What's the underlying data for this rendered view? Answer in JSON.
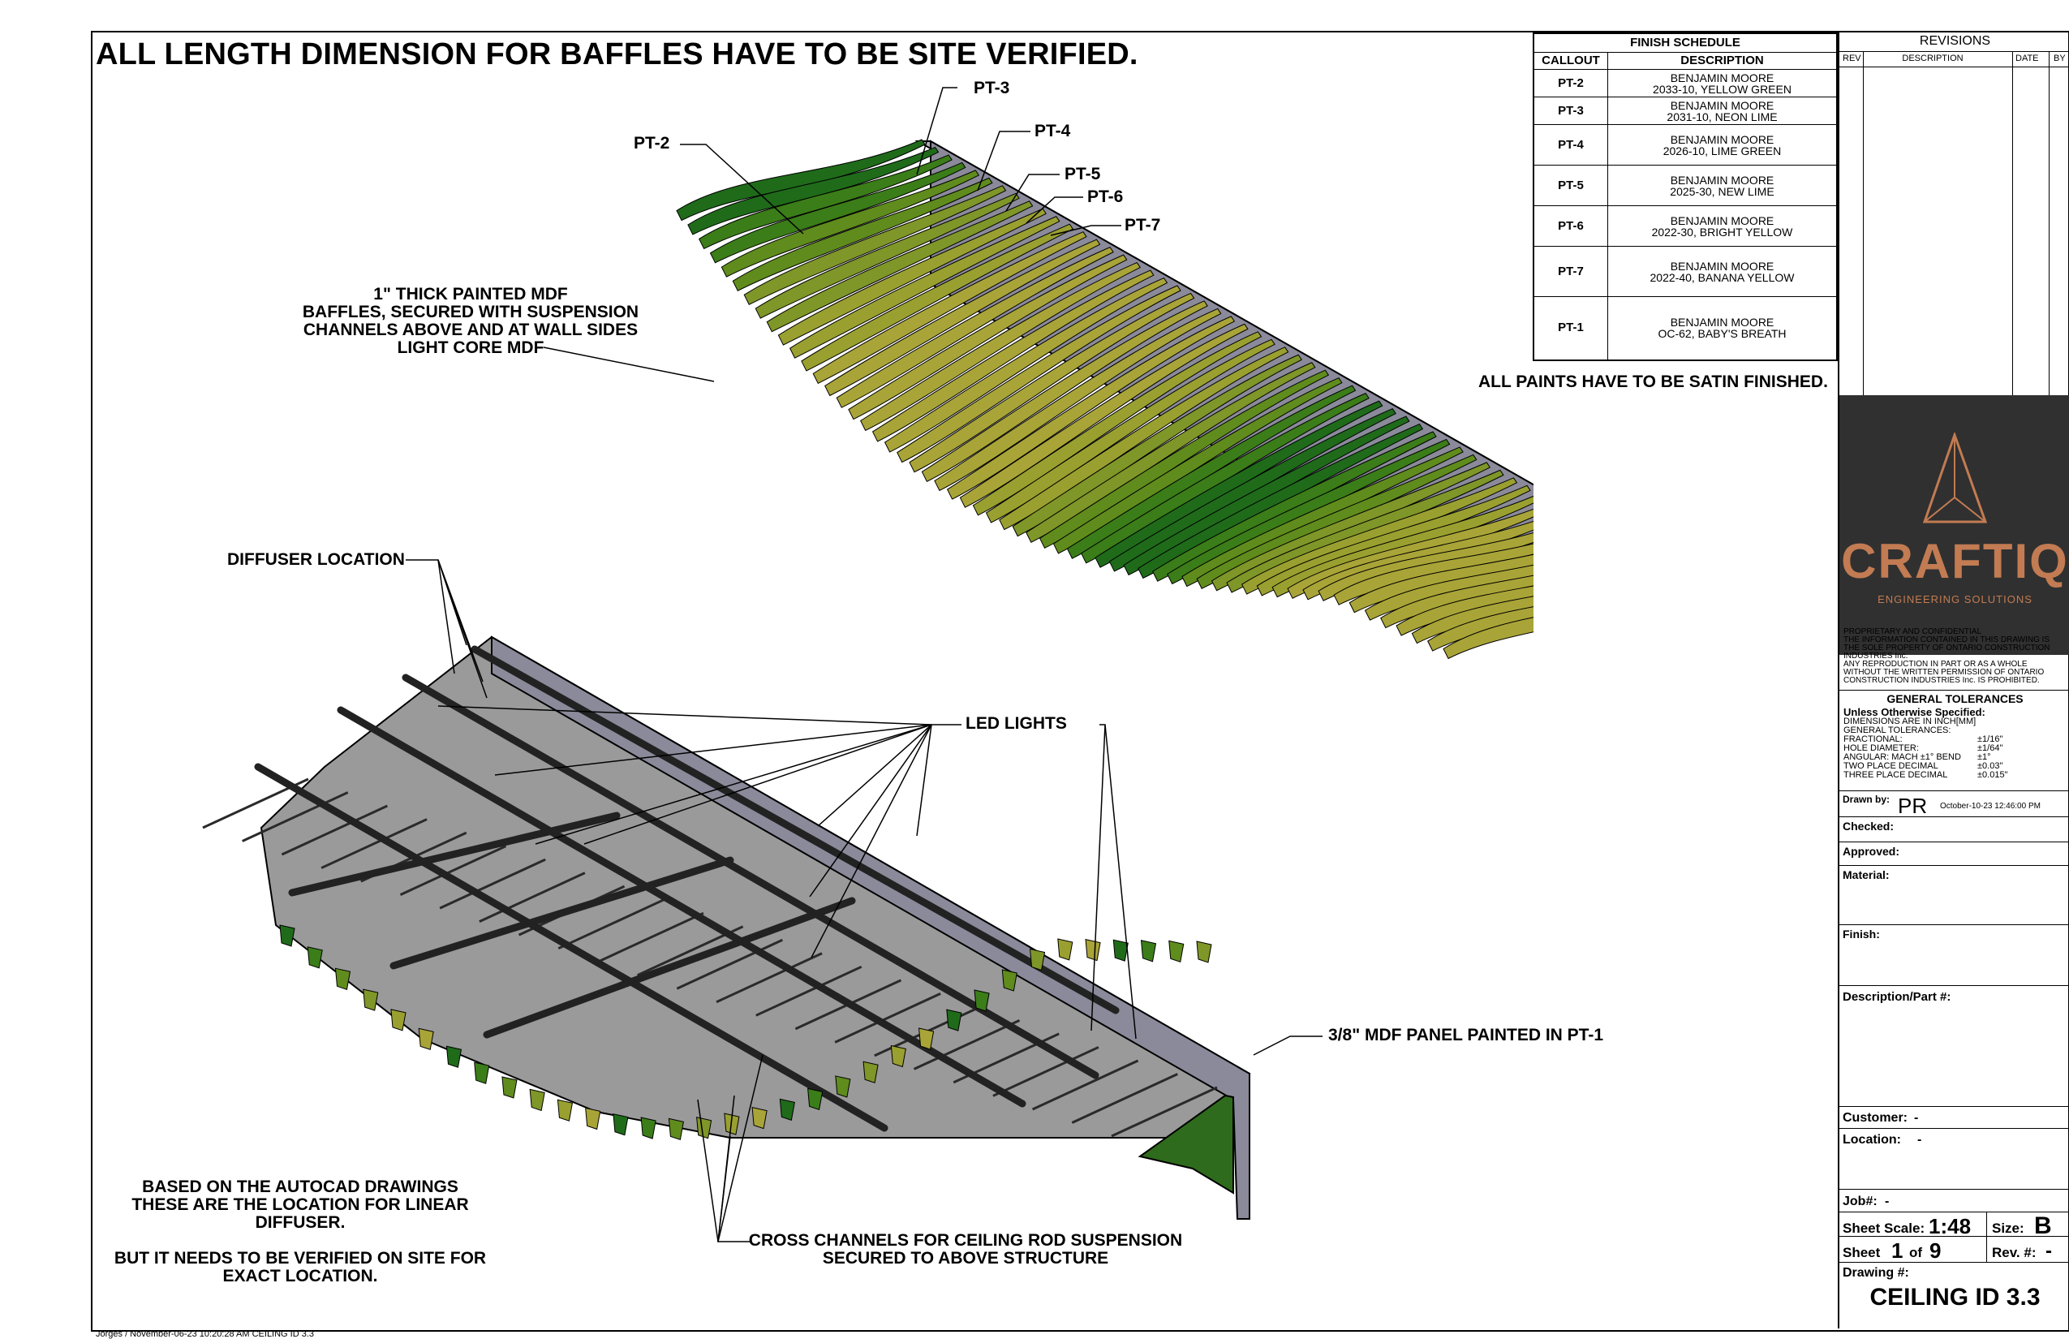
{
  "header": {
    "note": "ALL LENGTH DIMENSION FOR BAFFLES HAVE TO BE SITE VERIFIED."
  },
  "callouts": {
    "pt3": "PT-3",
    "pt4": "PT-4",
    "pt2": "PT-2",
    "pt5": "PT-5",
    "pt6": "PT-6",
    "pt7": "PT-7",
    "baffles_note": "1\" THICK PAINTED MDF\nBAFFLES, SECURED WITH SUSPENSION\nCHANNELS ABOVE AND AT WALL SIDES\nLIGHT CORE MDF",
    "diffuser": "DIFFUSER LOCATION",
    "led": "LED LIGHTS",
    "mdf_panel": "3/8\" MDF PANEL PAINTED IN PT-1",
    "cross_channels": "CROSS CHANNELS FOR CEILING ROD SUSPENSION\nSECURED TO ABOVE STRUCTURE",
    "autocad_note": "BASED ON THE AUTOCAD DRAWINGS\nTHESE ARE THE LOCATION FOR LINEAR\nDIFFUSER.\n\nBUT IT NEEDS TO BE VERIFIED ON SITE FOR\nEXACT LOCATION.",
    "satin": "ALL PAINTS HAVE TO BE SATIN FINISHED."
  },
  "finish_schedule": {
    "title": "FINISH SCHEDULE",
    "col_callout": "CALLOUT",
    "col_description": "DESCRIPTION",
    "rows": [
      {
        "callout": "PT-2",
        "line1": "BENJAMIN MOORE",
        "line2": "2033-10, YELLOW GREEN"
      },
      {
        "callout": "PT-3",
        "line1": "BENJAMIN MOORE",
        "line2": "2031-10, NEON LIME"
      },
      {
        "callout": "PT-4",
        "line1": "BENJAMIN MOORE",
        "line2": "2026-10, LIME GREEN"
      },
      {
        "callout": "PT-5",
        "line1": "BENJAMIN MOORE",
        "line2": "2025-30, NEW LIME"
      },
      {
        "callout": "PT-6",
        "line1": "BENJAMIN MOORE",
        "line2": "2022-30, BRIGHT YELLOW"
      },
      {
        "callout": "PT-7",
        "line1": "BENJAMIN MOORE",
        "line2": "2022-40, BANANA YELLOW"
      },
      {
        "callout": "PT-1",
        "line1": "BENJAMIN MOORE",
        "line2": "OC-62, BABY'S BREATH"
      }
    ]
  },
  "title_block": {
    "revisions": "REVISIONS",
    "rev_cols": [
      "REV",
      "DESCRIPTION",
      "DATE",
      "BY"
    ],
    "logo_name": "CRAFTIQ",
    "logo_tagline": "ENGINEERING SOLUTIONS",
    "proprietary": "PROPRIETARY AND CONFIDENTIAL\nTHE INFORMATION CONTAINED IN THIS DRAWING IS\nTHE SOLE PROPERTY OF ONTARIO CONSTRUCTION\nINDUSTRIES Inc.\nANY REPRODUCTION IN PART OR AS A WHOLE\nWITHOUT THE WRITTEN PERMISSION OF ONTARIO\nCONSTRUCTION INDUSTRIES Inc. IS PROHIBITED.",
    "tolerances_title": "GENERAL TOLERANCES",
    "tolerances_sub": "Unless Otherwise Specified:",
    "tolerances_lines": "DIMENSIONS ARE IN INCH[MM]\nGENERAL TOLERANCES:\nFRACTIONAL:\nHOLE DIAMETER:\nANGULAR: MACH ±1° BEND\nTWO PLACE DECIMAL\nTHREE PLACE DECIMAL",
    "tolerances_values": "\n\n±1/16\"\n±1/64\"\n±1°\n±0.03\"\n±0.015\"",
    "drawn_by_label": "Drawn by:",
    "drawn_by": "PR",
    "drawn_date": "October-10-23 12:46:00 PM",
    "checked": "Checked:",
    "approved": "Approved:",
    "material": "Material:",
    "finish": "Finish:",
    "description": "Description/Part #:",
    "customer_label": "Customer:",
    "customer": "-",
    "location_label": "Location:",
    "location": "-",
    "job_label": "Job#:",
    "job": "-",
    "scale_label": "Sheet Scale:",
    "scale": "1:48",
    "size_label": "Size:",
    "size": "B",
    "sheet_label": "Sheet",
    "sheet_num": "1",
    "of_label": "of",
    "sheet_total": "9",
    "rev_label": "Rev. #:",
    "rev": "-",
    "drawing_label": "Drawing #:",
    "drawing": "CEILING ID 3.3"
  },
  "footer": {
    "text": "Jorges / November-06-23 10:20:28 AM  CEILING ID 3.3"
  },
  "colors": {
    "pt2": "#1f6b1a",
    "pt3": "#3b7d18",
    "pt4": "#5f8c1c",
    "pt5": "#7f9628",
    "pt6": "#9aa02f",
    "pt7": "#a9a437",
    "frame": "#8a8a9a",
    "panel": "#9a9a9a",
    "logo_bg": "#303030",
    "logo_accent": "#c27b52"
  }
}
